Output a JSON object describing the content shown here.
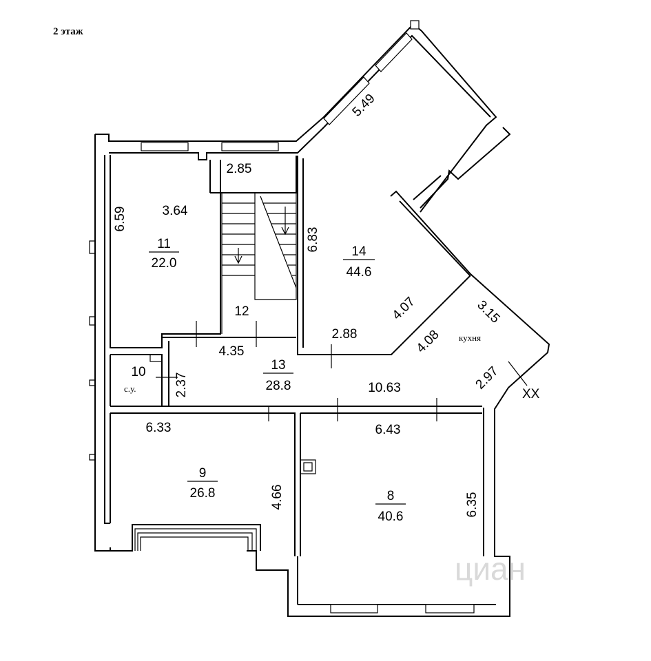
{
  "title": "2 этаж",
  "rooms": [
    {
      "number": "8",
      "area": "40.6"
    },
    {
      "number": "9",
      "area": "26.8"
    },
    {
      "number": "10",
      "note": "с.у."
    },
    {
      "number": "11",
      "area": "22.0"
    },
    {
      "number": "12"
    },
    {
      "number": "13",
      "area": "28.8"
    },
    {
      "number": "14",
      "area": "44.6"
    }
  ],
  "dimensions": [
    "2.85",
    "6.59",
    "3.64",
    "6.83",
    "5.49",
    "4.07",
    "3.15",
    "4.35",
    "2.88",
    "4.08",
    "2.37",
    "10.63",
    "2.97",
    "6.33",
    "6.43",
    "4.66",
    "6.35"
  ],
  "kitchen_label": "кухня",
  "section_mark": "XX",
  "watermark": "циан"
}
